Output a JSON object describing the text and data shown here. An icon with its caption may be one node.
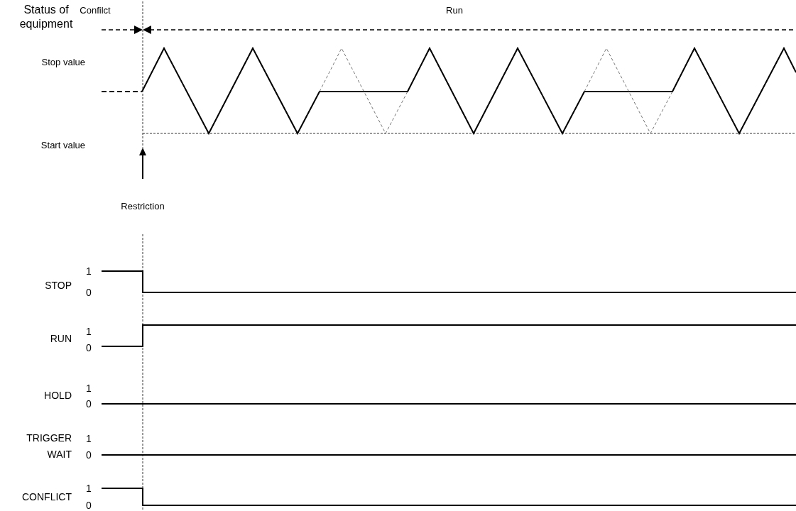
{
  "diagram": {
    "labels": [
      "Status of equipment",
      "Confilct",
      "Run",
      "Stop value",
      "Start value",
      "Restriction",
      "STOP",
      "1",
      "0",
      "RUN",
      "1",
      "0",
      "HOLD",
      "1",
      "0",
      "TRIGGER WAIT",
      "1",
      "0",
      "CONFLICT",
      "1",
      "0"
    ]
  }
}
